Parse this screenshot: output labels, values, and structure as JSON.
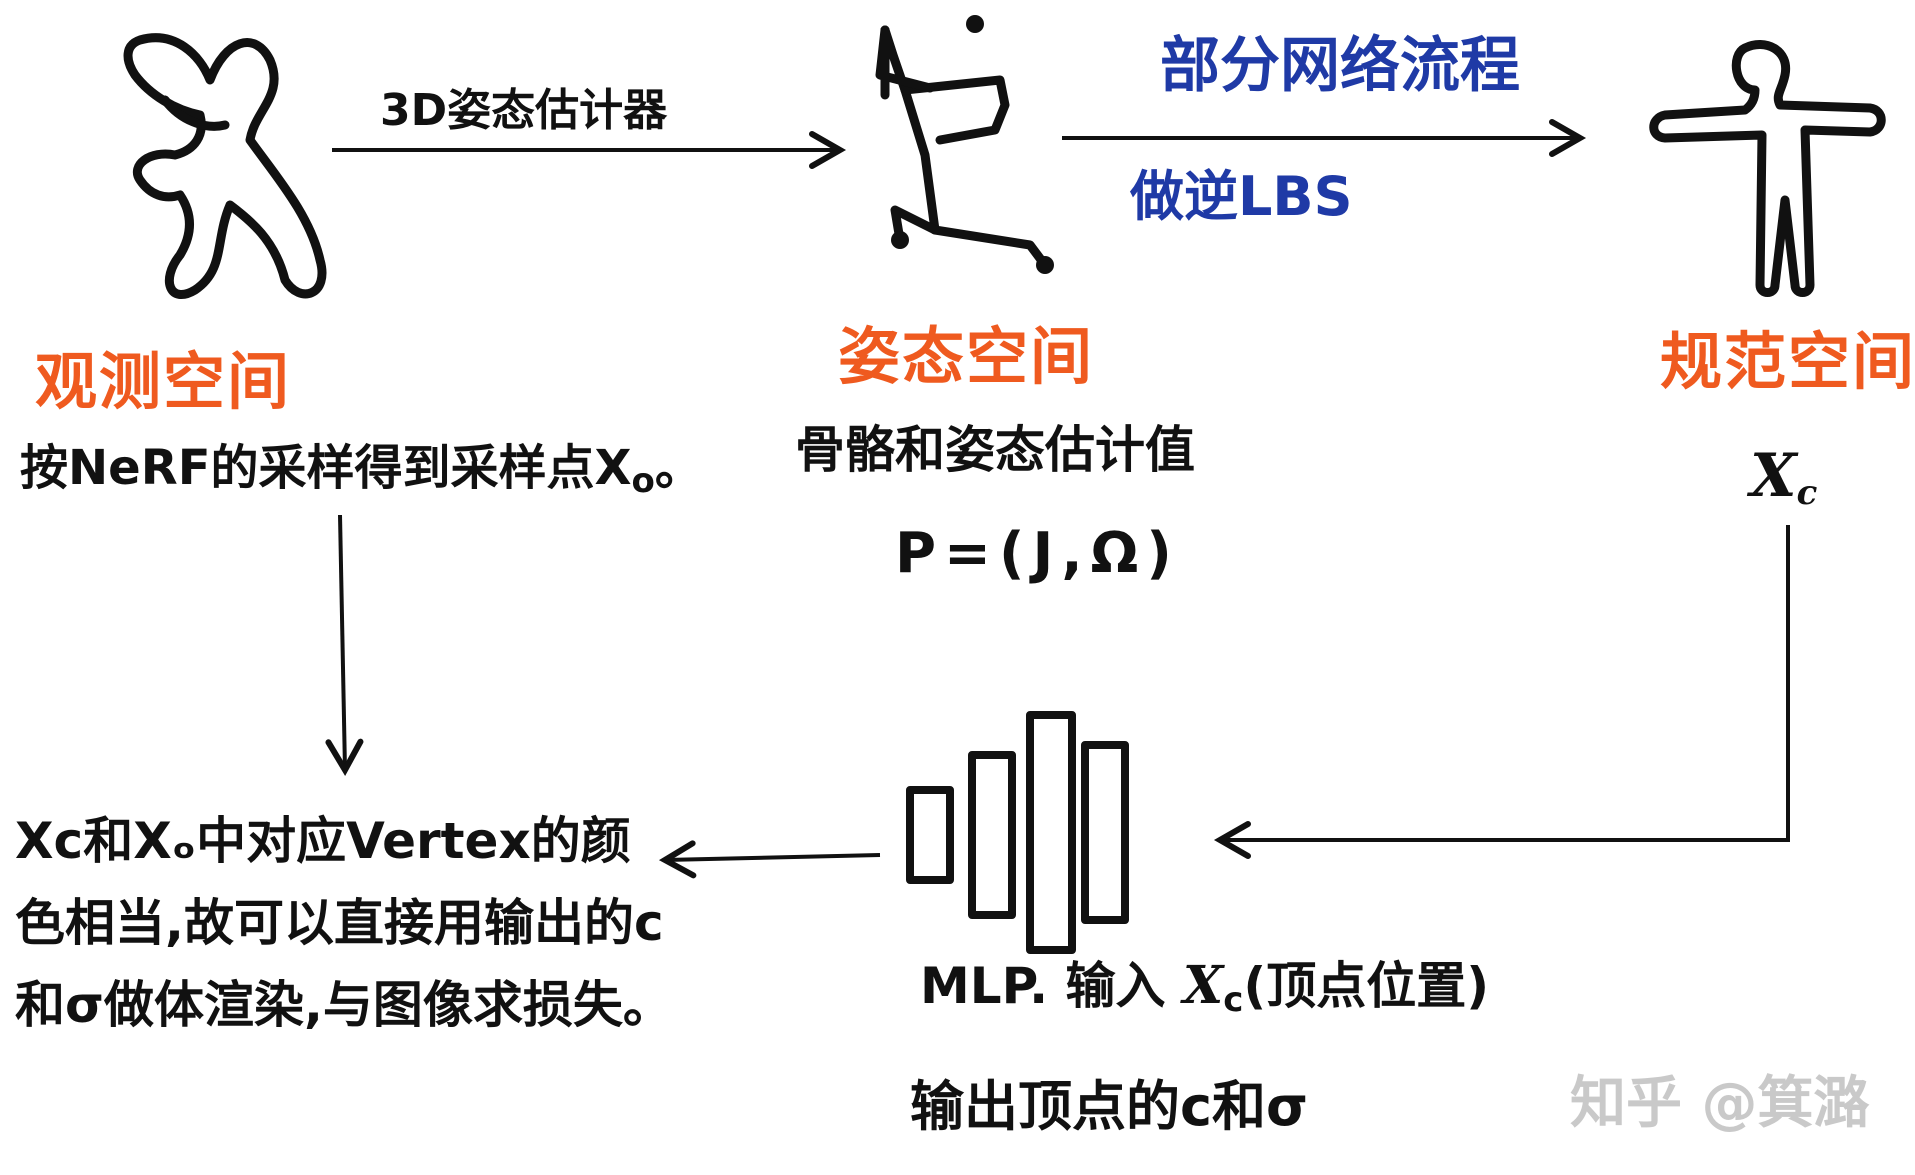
{
  "colors": {
    "ink": "#111111",
    "orange": "#ef5a1f",
    "blue": "#1f3aa6",
    "watermark": "#c9c9c9"
  },
  "arrows": {
    "estimator_label": "3D姿态估计器",
    "branch_top": "部分网络流程",
    "branch_bottom": "做逆LBS"
  },
  "observation": {
    "title": "观测空间",
    "desc": "按NeRF的采样得到采样点X",
    "sub": "o",
    "suffix": "。"
  },
  "pose": {
    "title": "姿态空间",
    "desc": "骨骼和姿态估计值",
    "formula": "P=(J,Ω)"
  },
  "canonical": {
    "title": "规范空间",
    "symbol": "X",
    "sub": "c"
  },
  "mlp": {
    "line1_prefix": "MLP. 输入",
    "line1_symbol": "X",
    "line1_sub": "c",
    "line1_suffix": "(顶点位置)",
    "line2": "输出顶点的c和σ"
  },
  "result": {
    "text": "Xᴄ和Xₒ中对应Vertex的颜色相当,故可以直接用输出的c和σ做体渲染,与图像求损失。"
  },
  "watermark": "知乎 @箕潞"
}
